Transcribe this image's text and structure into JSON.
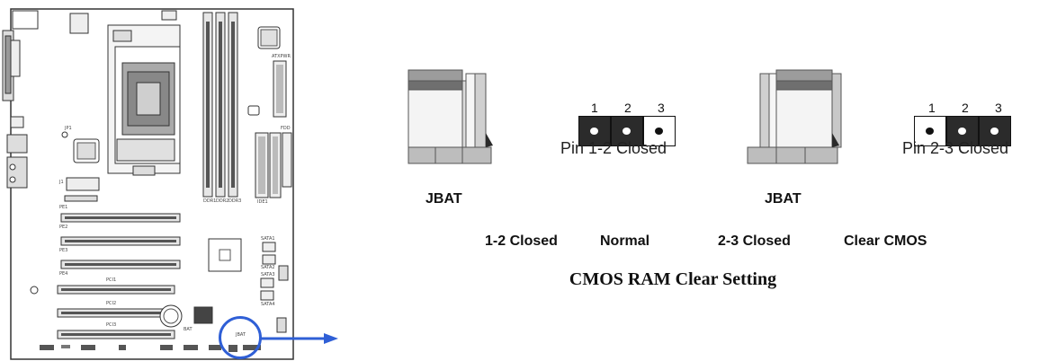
{
  "board": {
    "labels": {
      "jp1": "JP1",
      "j1": "J1",
      "pe1": "PE1",
      "pe2": "PE2",
      "pe3": "PE3",
      "pe4": "PE4",
      "pci1": "PCI1",
      "pci2": "PCI2",
      "pci3": "PCI3",
      "sata1": "SATA1",
      "sata2": "SATA2",
      "sata3": "SATA3",
      "sata4": "SATA4",
      "ide1": "IDE1",
      "fdd": "FDD",
      "atx": "ATXPWR",
      "dimm1": "DDR1",
      "dimm2": "DDR2",
      "dimm3": "DDR3",
      "jbat_small": "JBAT",
      "bat": "BAT"
    }
  },
  "jumper_left": {
    "pin_numbers": [
      "1",
      "2",
      "3"
    ],
    "caption": "Pin  1-2  Closed",
    "name": "JBAT",
    "state": "1-2 Closed",
    "mode": "Normal"
  },
  "jumper_right": {
    "pin_numbers": [
      "1",
      "2",
      "3"
    ],
    "caption": "Pin  2-3  Closed",
    "name": "JBAT",
    "state": "2-3 Closed",
    "mode": "Clear CMOS"
  },
  "title": "CMOS RAM Clear Setting",
  "colors": {
    "arrow": "#2f5fd6",
    "pin_dark": "#2b2b2b",
    "jumper_gray": "#bdbdbd"
  }
}
